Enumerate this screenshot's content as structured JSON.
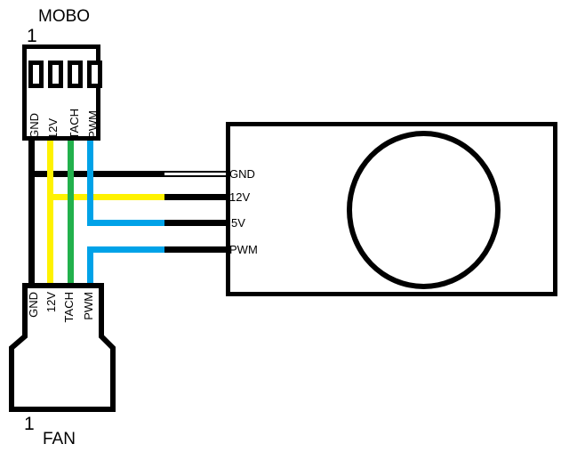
{
  "mobo": {
    "label": "MOBO",
    "pin1_label": "1",
    "pins": [
      "GND",
      "12V",
      "TACH",
      "PWM"
    ]
  },
  "fan": {
    "label": "FAN",
    "pin1_label": "1",
    "pins": [
      "GND",
      "12V",
      "TACH",
      "PWM"
    ]
  },
  "device": {
    "ports": [
      "GND",
      "12V",
      "5V",
      "PWM"
    ]
  },
  "colors": {
    "outline": "#000000",
    "wire_black": "#000000",
    "wire_yellow": "#FFF200",
    "wire_green": "#22B14C",
    "wire_blue": "#00A2E8",
    "lead_black": "#000000",
    "lead_white": "#FFFFFF"
  }
}
